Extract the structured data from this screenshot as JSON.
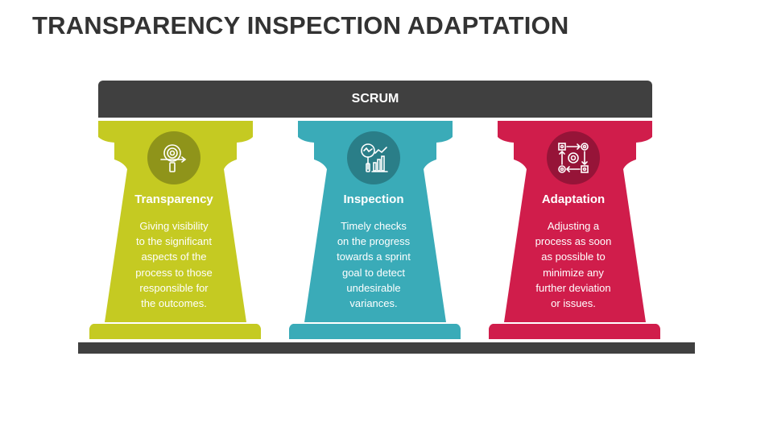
{
  "title": "TRANSPARENCY INSPECTION ADAPTATION",
  "banner": {
    "label": "SCRUM"
  },
  "pillars": [
    {
      "title": "Transparency",
      "lines": [
        "Giving visibility",
        "to the significant",
        "aspects of the",
        "process to those",
        "responsible for",
        "the outcomes."
      ],
      "color": "#c5ca22",
      "dark": "#8f941a",
      "icon": "magnifier-eye-icon"
    },
    {
      "title": "Inspection",
      "lines": [
        "Timely checks",
        "on the progress",
        "towards a sprint",
        "goal to detect",
        "undesirable",
        "variances."
      ],
      "color": "#3aabb8",
      "dark": "#2a7e88",
      "icon": "magnifier-chart-icon"
    },
    {
      "title": "Adaptation",
      "lines": [
        "Adjusting a",
        "process as soon",
        "as possible to",
        "minimize any",
        "further deviation",
        "or issues."
      ],
      "color": "#d01d4b",
      "dark": "#961438",
      "icon": "target-arrows-icon"
    }
  ]
}
